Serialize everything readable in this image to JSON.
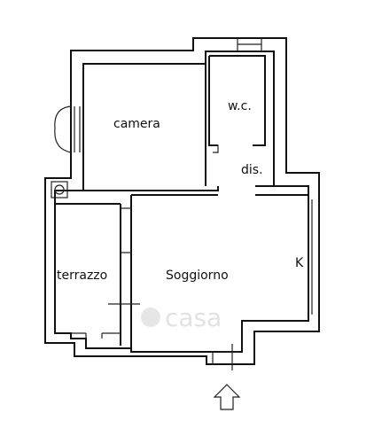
{
  "rooms": {
    "camera": "camera",
    "wc": "w.c.",
    "dis": "dis.",
    "terrazzo": "terrazzo",
    "soggiorno": "Soggiorno",
    "kitchen": "K"
  },
  "watermark": "casa",
  "icons": {
    "entrance": "up-arrow-icon",
    "watermark_logo": "casa-logo-icon"
  },
  "colors": {
    "walls": "#111111",
    "watermark": "#d6d6d6"
  }
}
